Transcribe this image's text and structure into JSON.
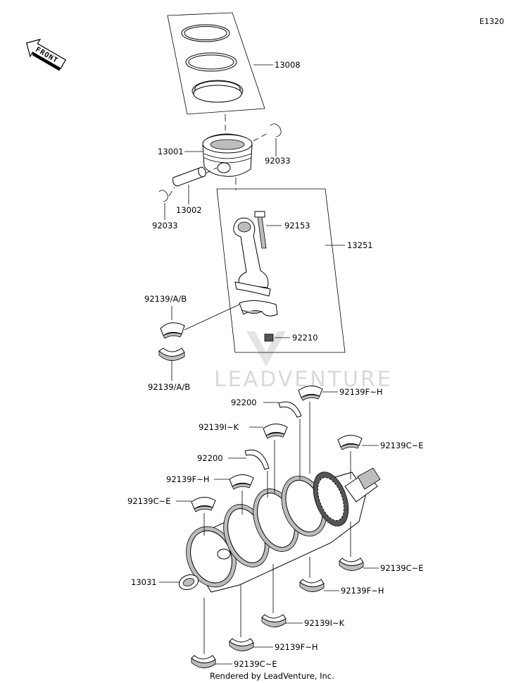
{
  "diagram_code": "E1320",
  "front_label": "FRONT",
  "watermark": "LEADVENTURE",
  "footer": "Rendered by LeadVenture, Inc.",
  "callouts": [
    {
      "id": "piston-rings",
      "text": "13008"
    },
    {
      "id": "piston",
      "text": "13001"
    },
    {
      "id": "snap-ring-right",
      "text": "92033"
    },
    {
      "id": "piston-pin",
      "text": "13002"
    },
    {
      "id": "snap-ring-left",
      "text": "92033"
    },
    {
      "id": "conrod-bolt",
      "text": "92153"
    },
    {
      "id": "conrod-assy",
      "text": "13251"
    },
    {
      "id": "conrod-bearing-upper",
      "text": "92139/A/B"
    },
    {
      "id": "conrod-nut",
      "text": "92210"
    },
    {
      "id": "conrod-bearing-lower",
      "text": "92139/A/B"
    },
    {
      "id": "thrust-washer-top",
      "text": "92200"
    },
    {
      "id": "main-bearing-fh-top",
      "text": "92139F~H"
    },
    {
      "id": "main-bearing-ik-top",
      "text": "92139I~K"
    },
    {
      "id": "main-bearing-ce-right",
      "text": "92139C~E"
    },
    {
      "id": "thrust-washer-mid",
      "text": "92200"
    },
    {
      "id": "main-bearing-fh-left",
      "text": "92139F~H"
    },
    {
      "id": "main-bearing-ce-left",
      "text": "92139C~E"
    },
    {
      "id": "crankshaft",
      "text": "13031"
    },
    {
      "id": "main-bearing-ce-lower-right",
      "text": "92139C~E"
    },
    {
      "id": "main-bearing-fh-lower-right",
      "text": "92139F~H"
    },
    {
      "id": "main-bearing-ik-bottom",
      "text": "92139I~K"
    },
    {
      "id": "main-bearing-fh-bottom",
      "text": "92139F~H"
    },
    {
      "id": "main-bearing-ce-bottom",
      "text": "92139C~E"
    }
  ]
}
